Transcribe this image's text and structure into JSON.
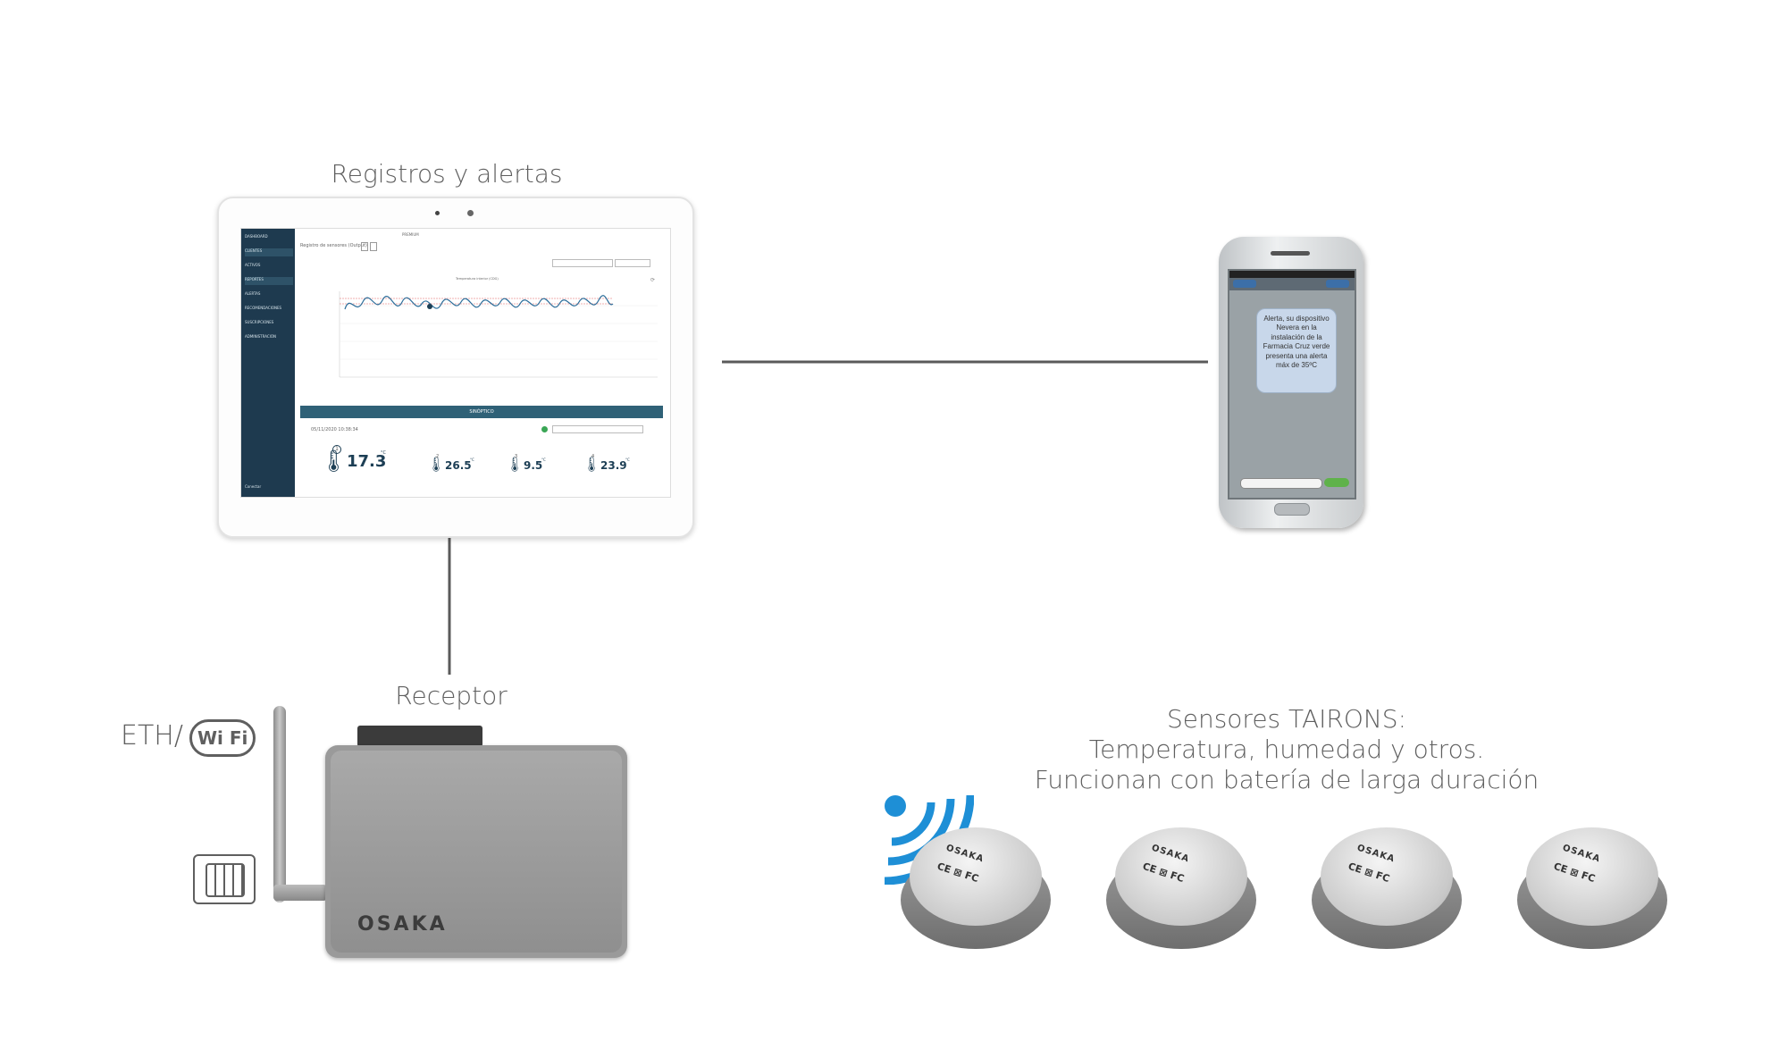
{
  "tablet": {
    "caption": "Registros y alertas",
    "app": {
      "header_title": "PREMIUM",
      "section_title": "Registro de sensores (Output)",
      "sidebar_items": [
        "DASHBOARD",
        "CLIENTES",
        "ACTIVOS",
        "REPORTES",
        "ALERTAS",
        "RECOMENDACIONES",
        "SUSCRIPCIONES",
        "ADMINISTRACIÓN"
      ],
      "sidebar_footer": "Conectar",
      "chart_legend": "Temperatura interior (CDG)",
      "synoptic_label": "SINÓPTICO",
      "timestamp": "05/11/2020 10:38:34",
      "readings": [
        {
          "index": "1",
          "value": "17.3",
          "unit": "°C"
        },
        {
          "index": "2",
          "value": "26.5",
          "unit": "°C"
        },
        {
          "index": "3",
          "value": "9.5",
          "unit": "°C"
        },
        {
          "index": "4",
          "value": "23.9",
          "unit": "°C"
        }
      ]
    }
  },
  "phone": {
    "sms_text": "Alerta, su dispositivo Nevera en la instalación de la Farmacia Cruz verde presenta una alerta máx de 35ºC"
  },
  "receptor": {
    "caption": "Receptor",
    "connectivity_label": "ETH/",
    "wifi_label": "Wi Fi",
    "brand": "OSAKA"
  },
  "sensors": {
    "caption_line1": "Sensores TAIRONS:",
    "caption_line2": "Temperatura, humedad y otros.",
    "caption_line3": "Funcionan con batería de larga duración",
    "brand": "OSAKA",
    "marks": "CE ⊠ FC"
  },
  "colors": {
    "line": "#5a5a5a",
    "sidebar": "#1e3a4f",
    "accent_blue": "#1e8fd6",
    "reading_text": "#1d3f55"
  }
}
